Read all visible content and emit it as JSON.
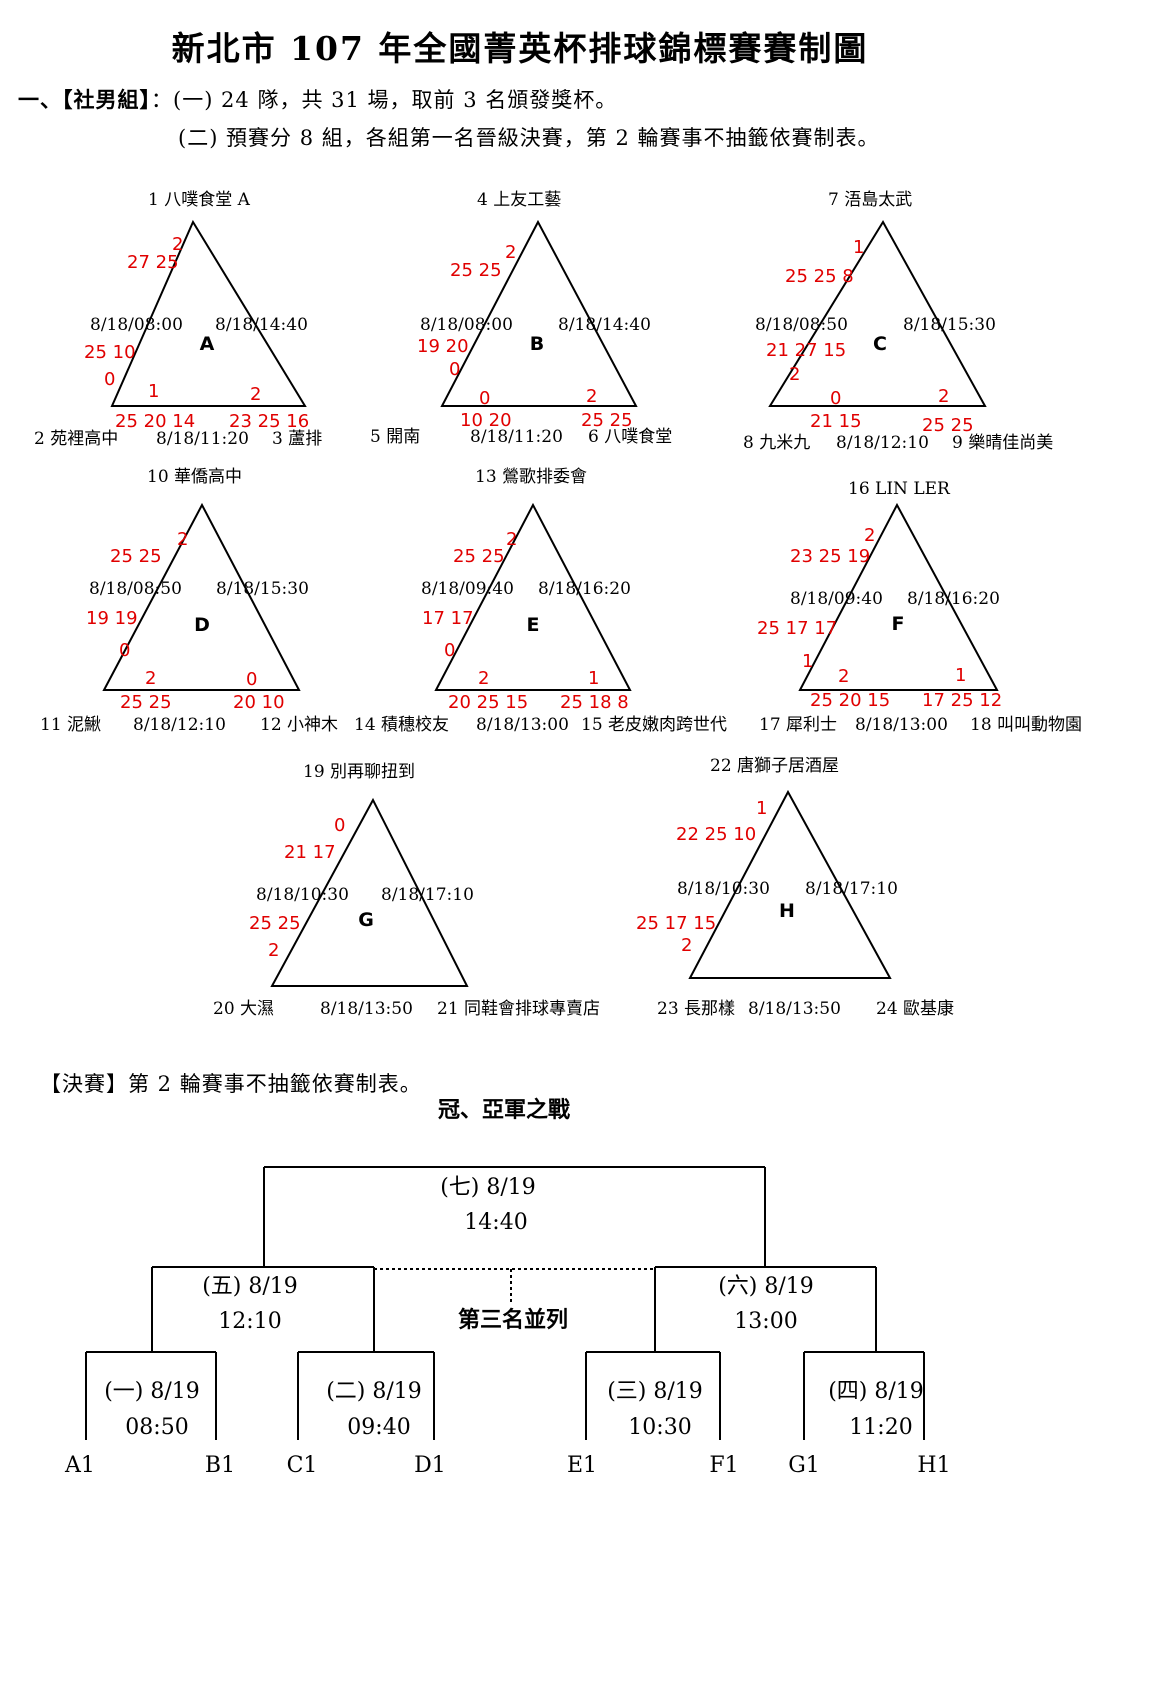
{
  "title": "新北市 107 年全國菁英杯排球錦標賽賽制圖",
  "header": {
    "line1_prefix": "一、【社男組】",
    "line1_text": "：(一) 24 隊，共 31 場，取前 3 名頒發獎杯。",
    "line2_text": "(二) 預賽分 8 組，各組第一名晉級決賽，第 2 輪賽事不抽籤依賽制表。"
  },
  "groups": [
    {
      "label": "A",
      "top_team": "1 八噗食堂 A",
      "bottom_left_team": "2 苑裡高中",
      "bottom_right_team": "3 蘆排",
      "left_time": "8/18/08:00",
      "right_time": "8/18/14:40",
      "bottom_time": "8/18/11:20",
      "scores": [
        "2",
        "27 25",
        "25 10",
        "0",
        "1",
        "25 20 14",
        "2",
        "23 25 16"
      ]
    },
    {
      "label": "B",
      "top_team": "4 上友工藝",
      "bottom_left_team": "5 開南",
      "bottom_right_team": "6 八噗食堂",
      "left_time": "8/18/08:00",
      "right_time": "8/18/14:40",
      "bottom_time": "8/18/11:20",
      "scores": [
        "2",
        "25 25",
        "19 20",
        "0",
        "0",
        "10 20",
        "2",
        "25 25"
      ]
    },
    {
      "label": "C",
      "top_team": "7 浯島太武",
      "bottom_left_team": "8 九米九",
      "bottom_right_team": "9 樂晴佳尚美",
      "left_time": "8/18/08:50",
      "right_time": "8/18/15:30",
      "bottom_time": "8/18/12:10",
      "scores": [
        "1",
        "25 25 8",
        "21 27 15",
        "2",
        "0",
        "21 15",
        "2",
        "25 25"
      ]
    },
    {
      "label": "D",
      "top_team": "10 華僑高中",
      "bottom_left_team": "11 泥鰍",
      "bottom_right_team": "12 小神木",
      "left_time": "8/18/08:50",
      "right_time": "8/18/15:30",
      "bottom_time": "8/18/12:10",
      "scores": [
        "2",
        "25 25",
        "19 19",
        "0",
        "2",
        "25 25",
        "0",
        "20 10"
      ]
    },
    {
      "label": "E",
      "top_team": "13 鶯歌排委會",
      "bottom_left_team": "14 積穗校友",
      "bottom_right_team": "15 老皮嫩肉跨世代",
      "left_time": "8/18/09:40",
      "right_time": "8/18/16:20",
      "bottom_time": "8/18/13:00",
      "scores": [
        "2",
        "25 25",
        "17 17",
        "0",
        "2",
        "20 25 15",
        "1",
        "25 18 8"
      ]
    },
    {
      "label": "F",
      "top_team": "16 LIN LER",
      "bottom_left_team": "17 犀利士",
      "bottom_right_team": "18 叫叫動物園",
      "left_time": "8/18/09:40",
      "right_time": "8/18/16:20",
      "bottom_time": "8/18/13:00",
      "scores": [
        "2",
        "23 25 19",
        "25 17 17",
        "1",
        "2",
        "25 20 15",
        "1",
        "17 25 12"
      ]
    },
    {
      "label": "G",
      "top_team": "19 別再聊扭到",
      "bottom_left_team": "20 大濕",
      "bottom_right_team": "21 同鞋會排球專賣店",
      "left_time": "8/18/10:30",
      "right_time": "8/18/17:10",
      "bottom_time": "8/18/13:50",
      "scores": [
        "0",
        "21 17",
        "25 25",
        "2"
      ]
    },
    {
      "label": "H",
      "top_team": "22 唐獅子居酒屋",
      "bottom_left_team": "23 長那樣",
      "bottom_right_team": "24 歐基康",
      "left_time": "8/18/10:30",
      "right_time": "8/18/17:10",
      "bottom_time": "8/18/13:50",
      "scores": [
        "1",
        "22 25 10",
        "25 17 15",
        "2"
      ]
    }
  ],
  "finals": {
    "heading": "【決賽】第 2 輪賽事不抽籤依賽制表。",
    "final_title": "冠、亞軍之戰",
    "third_place": "第三名並列",
    "matches": {
      "m7": {
        "label": "(七) 8/19",
        "time": "14:40"
      },
      "m5": {
        "label": "(五) 8/19",
        "time": "12:10"
      },
      "m6": {
        "label": "(六) 8/19",
        "time": "13:00"
      },
      "m1": {
        "label": "(一) 8/19",
        "time": "08:50"
      },
      "m2": {
        "label": "(二) 8/19",
        "time": "09:40"
      },
      "m3": {
        "label": "(三) 8/19",
        "time": "10:30"
      },
      "m4": {
        "label": "(四) 8/19",
        "time": "11:20"
      }
    },
    "seeds": [
      "A1",
      "B1",
      "C1",
      "D1",
      "E1",
      "F1",
      "G1",
      "H1"
    ]
  },
  "colors": {
    "score": "#e00000",
    "line": "#000000"
  }
}
